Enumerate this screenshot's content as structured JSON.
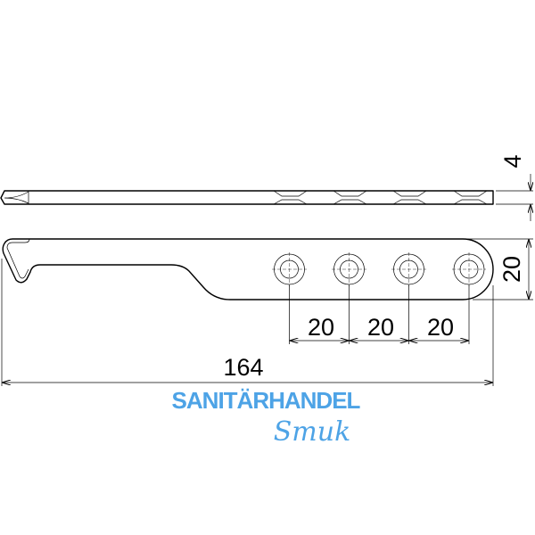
{
  "dimensions": {
    "thickness": "4",
    "width": "20",
    "hole_spacing": [
      "20",
      "20",
      "20"
    ],
    "overall_length": "164"
  },
  "watermark": {
    "line1": "SANITÄRHANDEL",
    "line2": "Smuk",
    "color": "#4da3e6"
  }
}
